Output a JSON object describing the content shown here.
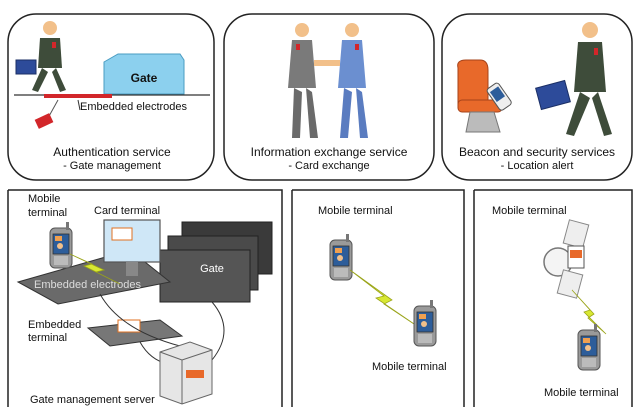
{
  "top_panels": [
    {
      "title": "Authentication service",
      "subtitle": "- Gate management"
    },
    {
      "title": "Information exchange service",
      "subtitle": "- Card exchange"
    },
    {
      "title": "Beacon and security services",
      "subtitle": "- Location alert"
    }
  ],
  "labels": {
    "gate_top": "Gate",
    "embedded_electrodes_top": "Embedded electrodes",
    "mobile_terminal_left": "Mobile\nterminal",
    "card_terminal": "Card terminal",
    "gate_bottom": "Gate",
    "embedded_electrodes_bottom": "Embedded electrodes",
    "embedded_terminal": "Embedded\nterminal",
    "gate_management_server": "Gate management server",
    "mobile_terminal_mid_top": "Mobile terminal",
    "mobile_terminal_mid_bottom": "Mobile terminal",
    "mobile_terminal_right_top": "Mobile terminal",
    "mobile_terminal_right_bottom": "Mobile terminal"
  },
  "colors": {
    "gate_blue": "#8cd0ee",
    "gate_dark": "#4a4a4a",
    "bolt": "#d8e832",
    "chair": "#e8692a",
    "suit_dark": "#3e4c3a",
    "suit_blue": "#4a64a8",
    "red_strip": "#d2262a"
  }
}
